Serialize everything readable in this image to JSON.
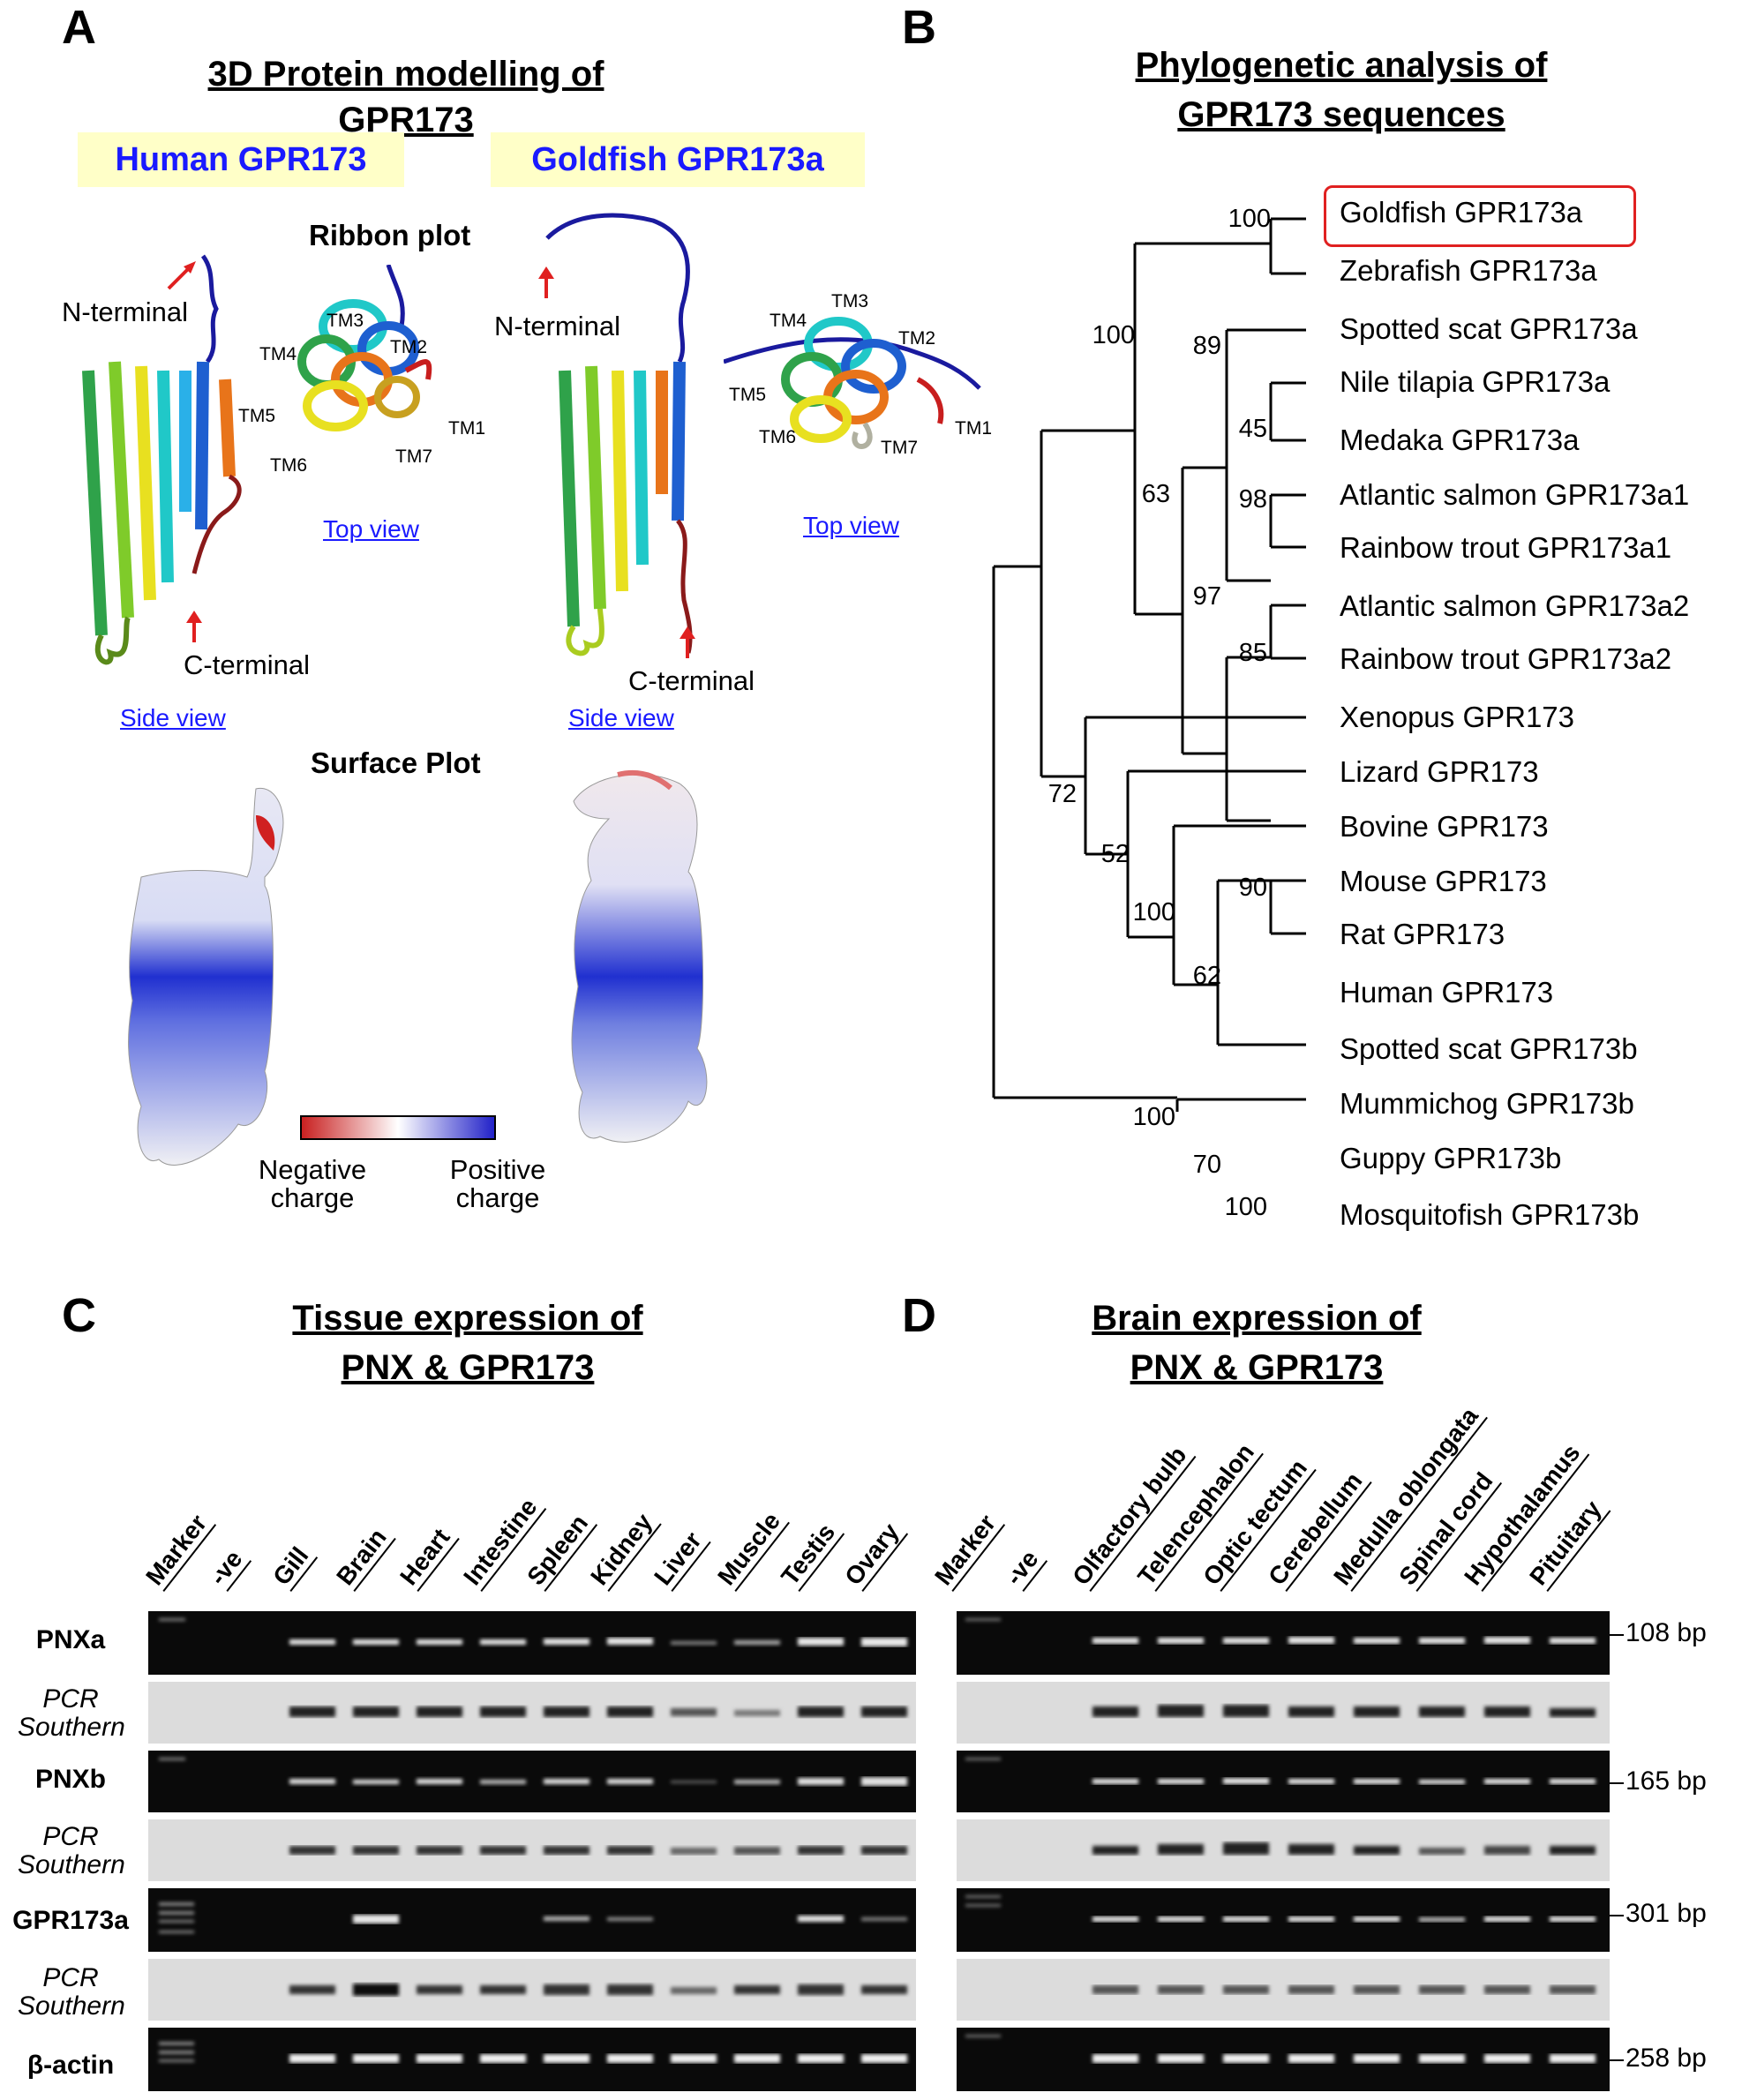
{
  "panels": {
    "A": {
      "letter": "A",
      "title": "3D Protein modelling of GPR173",
      "human_box": "Human GPR173",
      "goldfish_box": "Goldfish GPR173a",
      "ribbon_plot": "Ribbon plot",
      "surface_plot": "Surface Plot",
      "n_terminal": "N-terminal",
      "c_terminal": "C-terminal",
      "side_view": "Side view",
      "top_view": "Top view",
      "tm_labels": [
        "TM1",
        "TM2",
        "TM3",
        "TM4",
        "TM5",
        "TM6",
        "TM7"
      ],
      "neg_charge": [
        "Negative",
        "charge"
      ],
      "pos_charge": [
        "Positive",
        "charge"
      ],
      "colors": {
        "box_bg": "#ffffc8",
        "box_text": "#1a1aff",
        "negative": "#c81e1e",
        "positive": "#2020c8"
      }
    },
    "B": {
      "letter": "B",
      "title_line1": "Phylogenetic analysis of",
      "title_line2": "GPR173 sequences",
      "taxa": [
        "Goldfish GPR173a",
        "Zebrafish GPR173a",
        "Spotted scat GPR173a",
        "Nile tilapia GPR173a",
        "Medaka GPR173a",
        "Atlantic salmon GPR173a1",
        "Rainbow trout GPR173a1",
        "Atlantic salmon GPR173a2",
        "Rainbow trout GPR173a2",
        "Xenopus GPR173",
        "Lizard GPR173",
        "Bovine GPR173",
        "Mouse GPR173",
        "Rat GPR173",
        "Human GPR173",
        "Spotted scat GPR173b",
        "Mummichog GPR173b",
        "Guppy GPR173b",
        "Mosquitofish GPR173b"
      ],
      "bootstrap": [
        "100",
        "100",
        "89",
        "45",
        "98",
        "97",
        "85",
        "63",
        "72",
        "52",
        "100",
        "90",
        "62",
        "100",
        "70",
        "100"
      ],
      "highlight_color": "#e02020"
    },
    "C": {
      "letter": "C",
      "title_line1": "Tissue expression of",
      "title_line2": "PNX & GPR173",
      "lanes": [
        "Marker",
        "-ve",
        "Gill",
        "Brain",
        "Heart",
        "Intestine",
        "Spleen",
        "Kidney",
        "Liver",
        "Muscle",
        "Testis",
        "Ovary"
      ],
      "rows": [
        "PNXa",
        "PCR Southern",
        "PNXb",
        "PCR Southern",
        "GPR173a",
        "PCR Southern",
        "β-actin"
      ],
      "pcr_line1": "PCR",
      "pcr_line2": "Southern"
    },
    "D": {
      "letter": "D",
      "title_line1": "Brain expression of",
      "title_line2": "PNX & GPR173",
      "lanes": [
        "Marker",
        "-ve",
        "Olfactory bulb",
        "Telencephalon",
        "Optic tectum",
        "Cerebellum",
        "Medulla oblongata",
        "Spinal cord",
        "Hypothalamus",
        "Pituitary"
      ],
      "sizes": [
        "108 bp",
        "165 bp",
        "301 bp",
        "258 bp"
      ]
    }
  }
}
